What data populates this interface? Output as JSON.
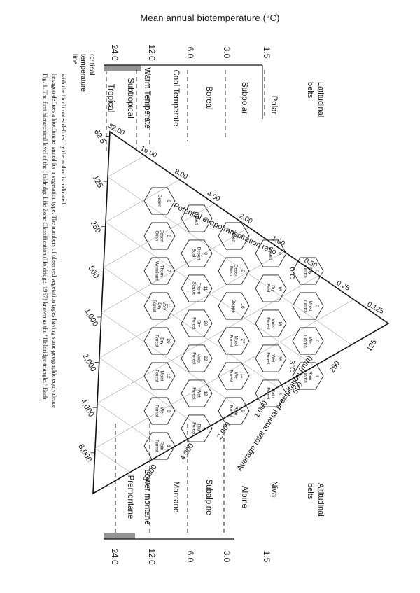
{
  "title_top": "Mean annual biotemperature (°C)",
  "scale": {
    "left_values": [
      "1.5",
      "3.0",
      "6.0",
      "12.0",
      "24.0"
    ],
    "right_values": [
      "1.5",
      "3.0",
      "6.0",
      "12.0",
      "24.0"
    ],
    "critical_label": [
      "Critical",
      "temperature",
      "line"
    ]
  },
  "latitudinal": {
    "heading": [
      "Latitudinal",
      "belts"
    ],
    "belts": [
      "Polar",
      "Subpolar",
      "Boreal",
      "Cool Temperate",
      "Warm Temperate",
      "Subtropical",
      "Tropical"
    ]
  },
  "altitudinal": {
    "heading": [
      "Altitudinal",
      "belts"
    ],
    "belts": [
      "Nival",
      "Alpine",
      "Subalpine",
      "Montane",
      "Lower montane",
      "Premontane"
    ]
  },
  "axes": {
    "pet_label": "Potential evapotranspiration ratio",
    "pet_ticks": [
      "32.00",
      "16.00",
      "8.00",
      "4.00",
      "2.00",
      "1.00",
      "0.50",
      "0.25",
      "0.125"
    ],
    "precip_label": "Average total annual precipitation (mm)",
    "precip_ticks": [
      "125",
      "250",
      "500",
      "1,000",
      "2,000",
      "4,000",
      "8,000"
    ],
    "bottom_ticks": [
      "62.5",
      "125",
      "250",
      "500",
      "1,000",
      "2,000",
      "4,000",
      "8,000"
    ],
    "zero_labels": [
      "0°C",
      "3°C"
    ]
  },
  "rows": [
    {
      "cells": [
        {
          "n": "0",
          "v": [
            "Dry",
            "Tundra"
          ]
        },
        {
          "n": "0",
          "v": [
            "Moist",
            "Tundra"
          ]
        },
        {
          "n": "0",
          "v": [
            "Wet",
            "Tundra"
          ]
        },
        {
          "n": "1",
          "v": [
            "Rain",
            "Tundra"
          ]
        }
      ]
    },
    {
      "cells": [
        {
          "n": "0",
          "v": [
            "Desert"
          ]
        },
        {
          "n": "16",
          "v": [
            "Dry",
            "Bush"
          ]
        },
        {
          "n": "18",
          "v": [
            "Moist",
            "Forest"
          ]
        },
        {
          "n": "36",
          "v": [
            "Wet",
            "Forest"
          ]
        },
        {
          "n": "3",
          "v": [
            "Rain",
            "Forest"
          ]
        }
      ]
    },
    {
      "cells": [
        {
          "n": "0",
          "v": [
            "Desert"
          ]
        },
        {
          "n": "0",
          "v": [
            "Desert",
            "Bush"
          ]
        },
        {
          "n": "16",
          "v": [
            "Steppe"
          ]
        },
        {
          "n": "27",
          "v": [
            "Moist",
            "Forest"
          ]
        },
        {
          "n": "11",
          "v": [
            "Wet",
            "Forest"
          ]
        },
        {
          "n": "9",
          "v": [
            "Rain",
            "Forest"
          ]
        }
      ]
    },
    {
      "cells": [
        {
          "n": "0",
          "v": [
            "Desert"
          ]
        },
        {
          "n": "0",
          "v": [
            "Desert",
            "Bush"
          ]
        },
        {
          "n": "11",
          "v": [
            "Thorn",
            "Steppe"
          ]
        },
        {
          "n": "20",
          "v": [
            "Dry",
            "Forest"
          ]
        },
        {
          "n": "22",
          "v": [
            "Moist",
            "Forest"
          ]
        },
        {
          "n": "12",
          "v": [
            "Wet",
            "Forest"
          ]
        },
        {
          "n": "5",
          "v": [
            "Rain",
            "Forest"
          ]
        }
      ]
    },
    {
      "cells": [
        {
          "n": "0",
          "v": [
            "Desert"
          ]
        },
        {
          "n": "0",
          "v": [
            "Desert",
            "Bush"
          ]
        },
        {
          "n": "7",
          "v": [
            "Thorn",
            "Woodland"
          ]
        },
        {
          "n": "11",
          "v": [
            "Very",
            "Dry",
            "Forest"
          ]
        },
        {
          "n": "26",
          "v": [
            "Dry",
            "Forest"
          ]
        },
        {
          "n": "12",
          "v": [
            "Moist",
            "Forest"
          ]
        },
        {
          "n": "8",
          "v": [
            "Wet",
            "Forest"
          ]
        },
        {
          "n": "1",
          "v": [
            "Rain",
            "Forest"
          ]
        }
      ]
    }
  ],
  "caption": [
    "Fig. 1. The first hierarchical level of the Holdridge Life Zone Classification (Holdridge, 1967) known as the \"Holdridge triangle.\" Each",
    "hexagon defines a bioclimate named for a vegetation type. The numbers of observed vegetation types having some geographic equivalence",
    "with the bioclimates defined by the author is indicated."
  ]
}
